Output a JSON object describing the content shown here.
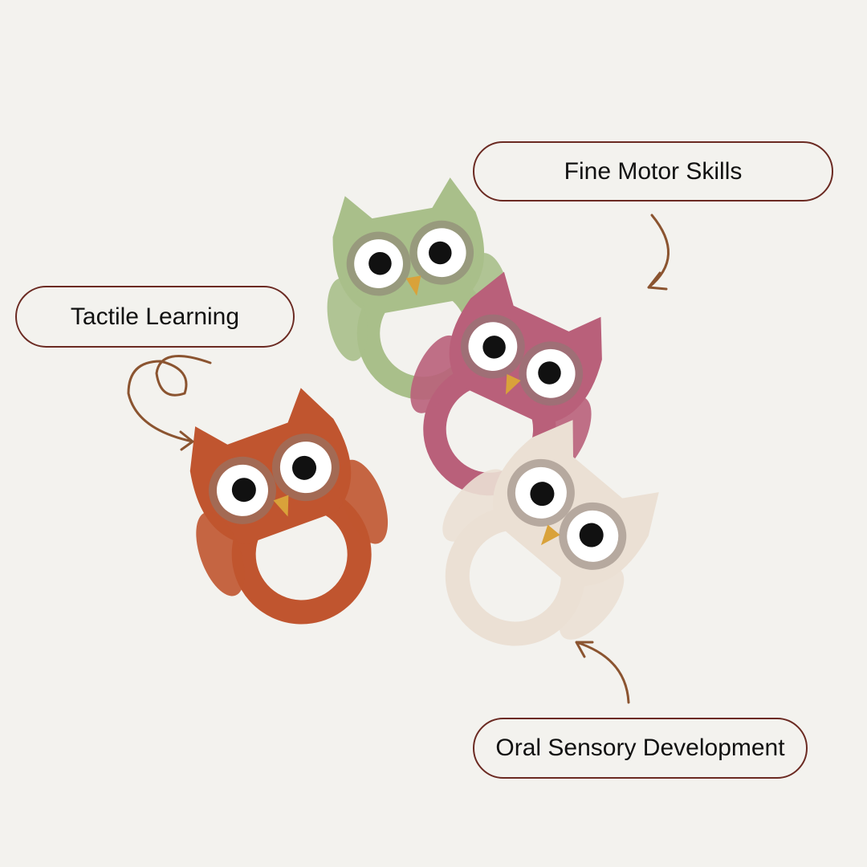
{
  "labels": {
    "fine_motor": "Fine Motor Skills",
    "tactile": "Tactile Learning",
    "oral": "Oral Sensory Development"
  },
  "colors": {
    "background": "#f3f2ee",
    "pill_border": "#6b2a22",
    "arrow": "#8b5430",
    "owl_orange": "#c0552f",
    "owl_green": "#a9bf8a",
    "owl_pink": "#b9607a",
    "owl_beige": "#ebe0d4"
  }
}
